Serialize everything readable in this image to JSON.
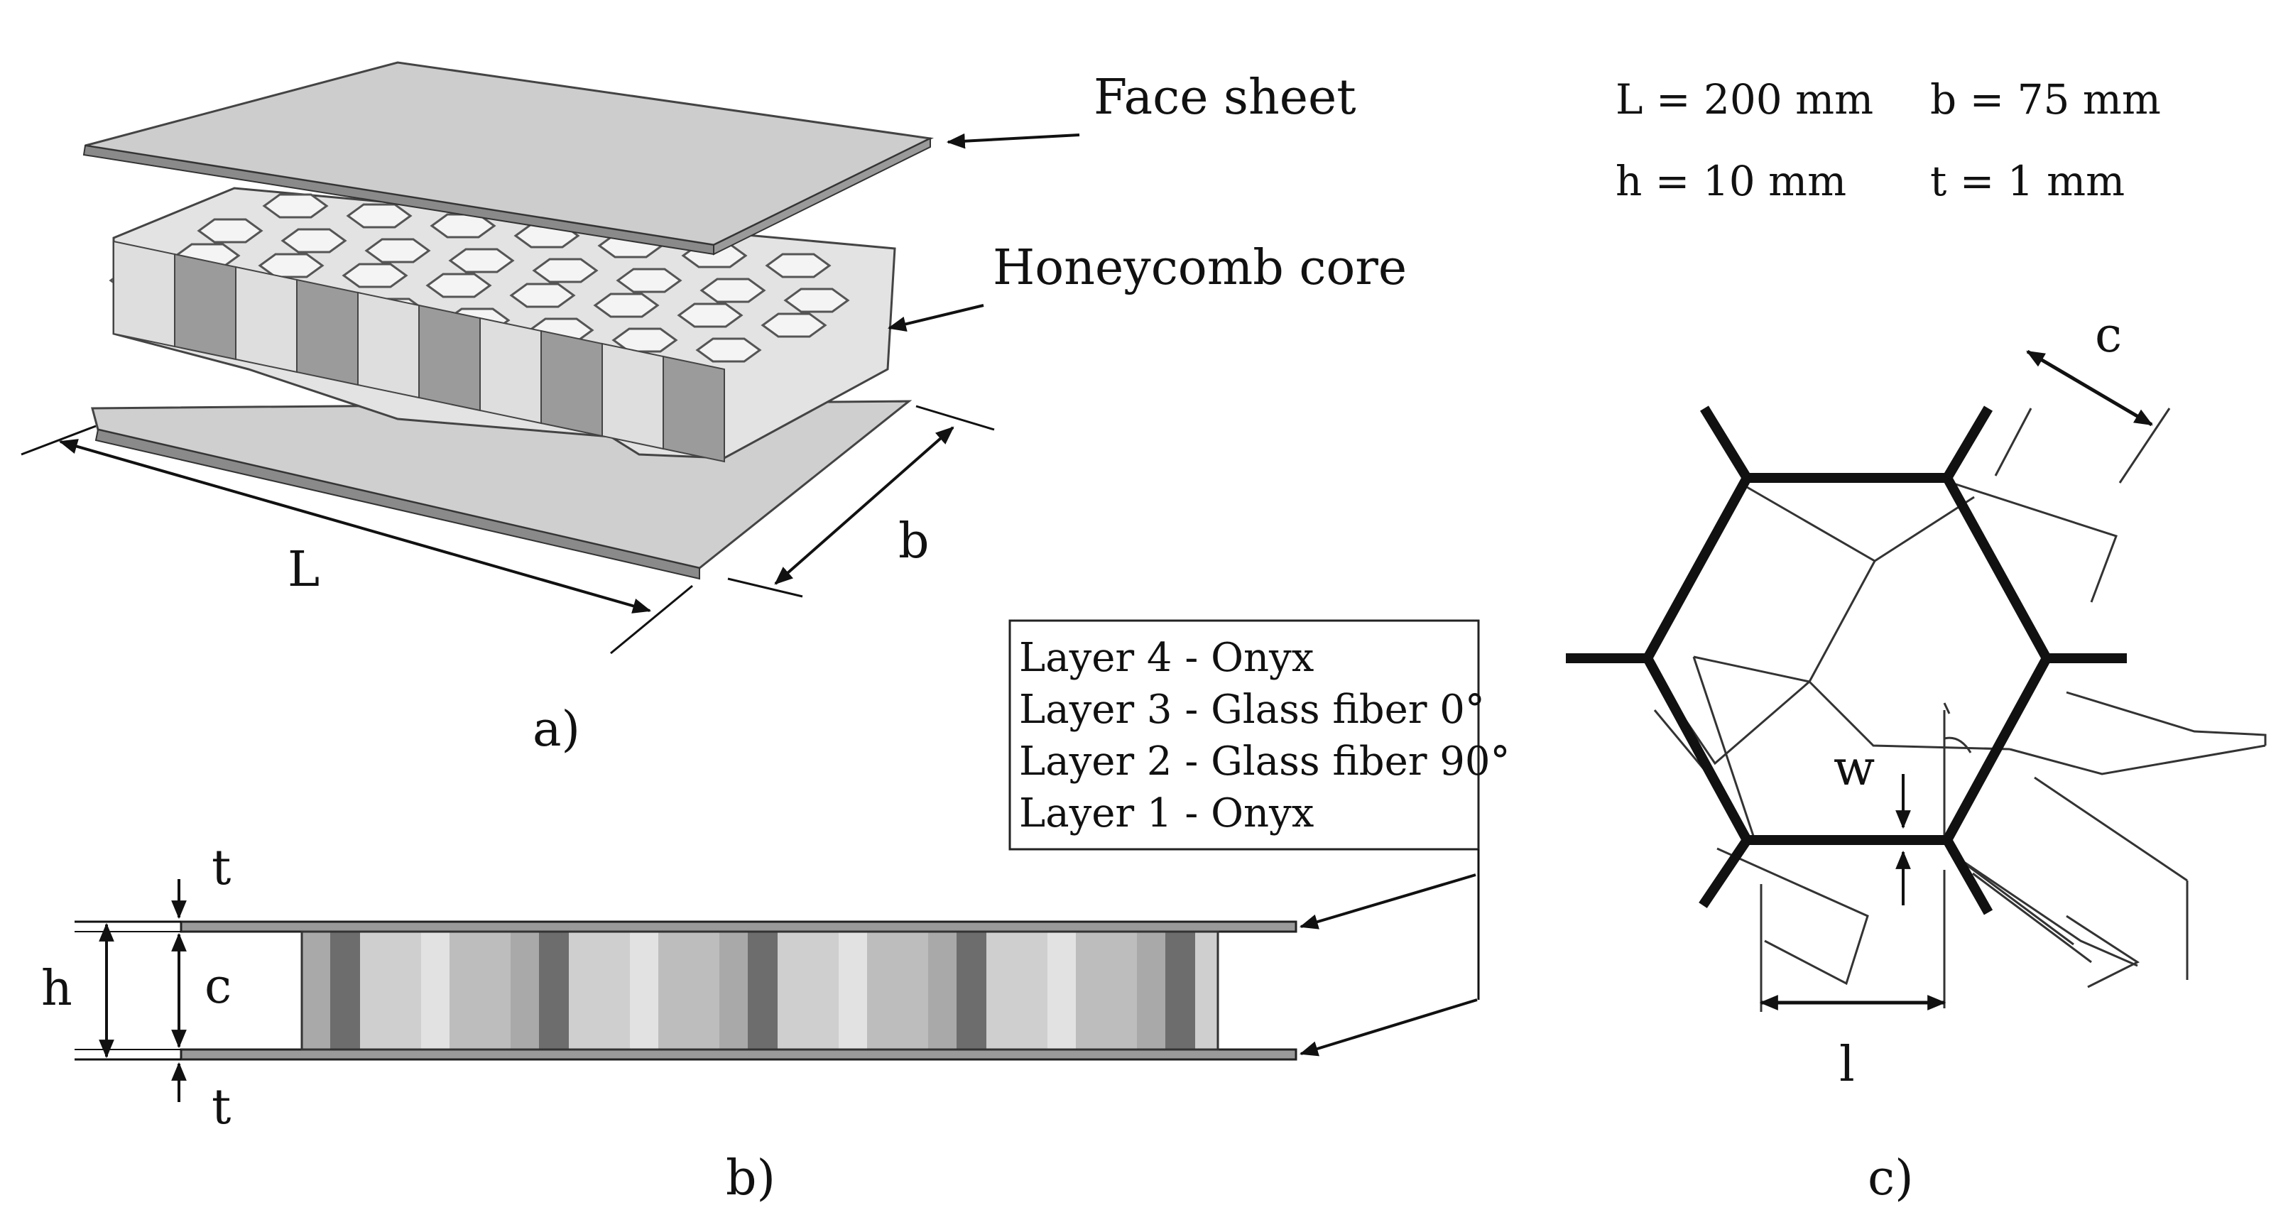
{
  "panel_a": {
    "caption": "a)",
    "face_sheet_label": "Face sheet",
    "core_label": "Honeycomb core",
    "length_label": "L",
    "width_label": "b"
  },
  "parameters": {
    "L": "L = 200 mm",
    "b": "b = 75 mm",
    "h": "h = 10 mm",
    "t": "t = 1 mm"
  },
  "panel_b": {
    "caption": "b)",
    "top_thickness_label": "t",
    "bottom_thickness_label": "t",
    "height_label": "h",
    "core_label": "c",
    "layers": [
      "Layer 4 - Onyx",
      "Layer 3 - Glass fiber 0°",
      "Layer 2 - Glass fiber 90°",
      "Layer 1 - Onyx"
    ]
  },
  "panel_c": {
    "caption": "c)",
    "c_label": "c",
    "w_label": "w",
    "l_label": "l"
  }
}
